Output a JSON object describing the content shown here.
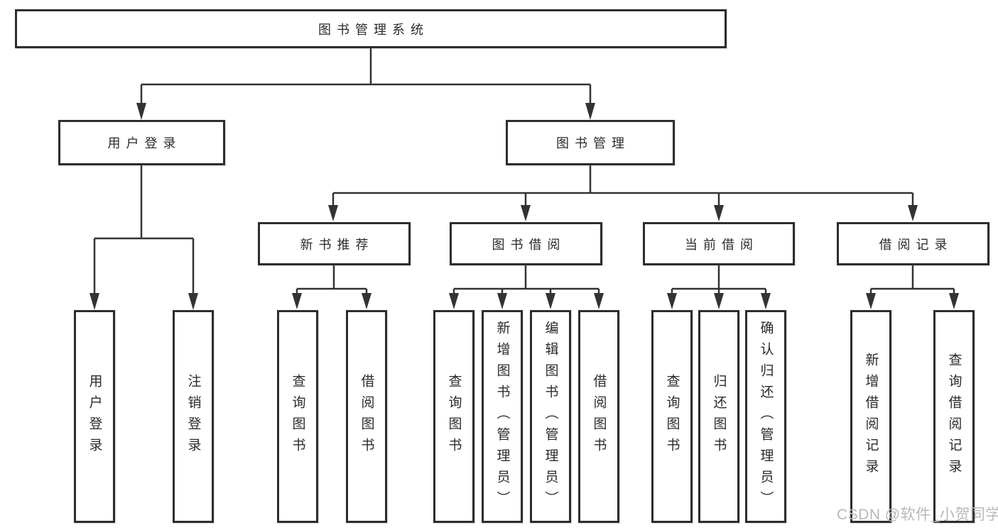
{
  "diagram": {
    "type": "tree",
    "root": {
      "label": "图书管理系统"
    },
    "level2": {
      "user_login": {
        "label": "用户登录"
      },
      "book_management": {
        "label": "图书管理"
      }
    },
    "level3": {
      "new_book_recommend": {
        "label": "新书推荐"
      },
      "book_borrow": {
        "label": "图书借阅"
      },
      "current_borrow": {
        "label": "当前借阅"
      },
      "borrow_record": {
        "label": "借阅记录"
      }
    },
    "leaves": {
      "user_login": [
        "用户登录",
        "注销登录"
      ],
      "new_book_recommend": [
        "查询图书",
        "借阅图书"
      ],
      "book_borrow": [
        "查询图书",
        "新增图书（管理员）",
        "编辑图书（管理员）",
        "借阅图书"
      ],
      "current_borrow": [
        "查询图书",
        "归还图书",
        "确认归还（管理员）"
      ],
      "borrow_record": [
        "新增借阅记录",
        "查询借阅记录"
      ]
    }
  },
  "watermark": {
    "text": "CSDN @软件_小贺同学",
    "color": "#b8b8b8"
  },
  "colors": {
    "line": "#333333",
    "box_border": "#2d2d2d",
    "text": "#2b2b2b",
    "background": "#ffffff"
  }
}
